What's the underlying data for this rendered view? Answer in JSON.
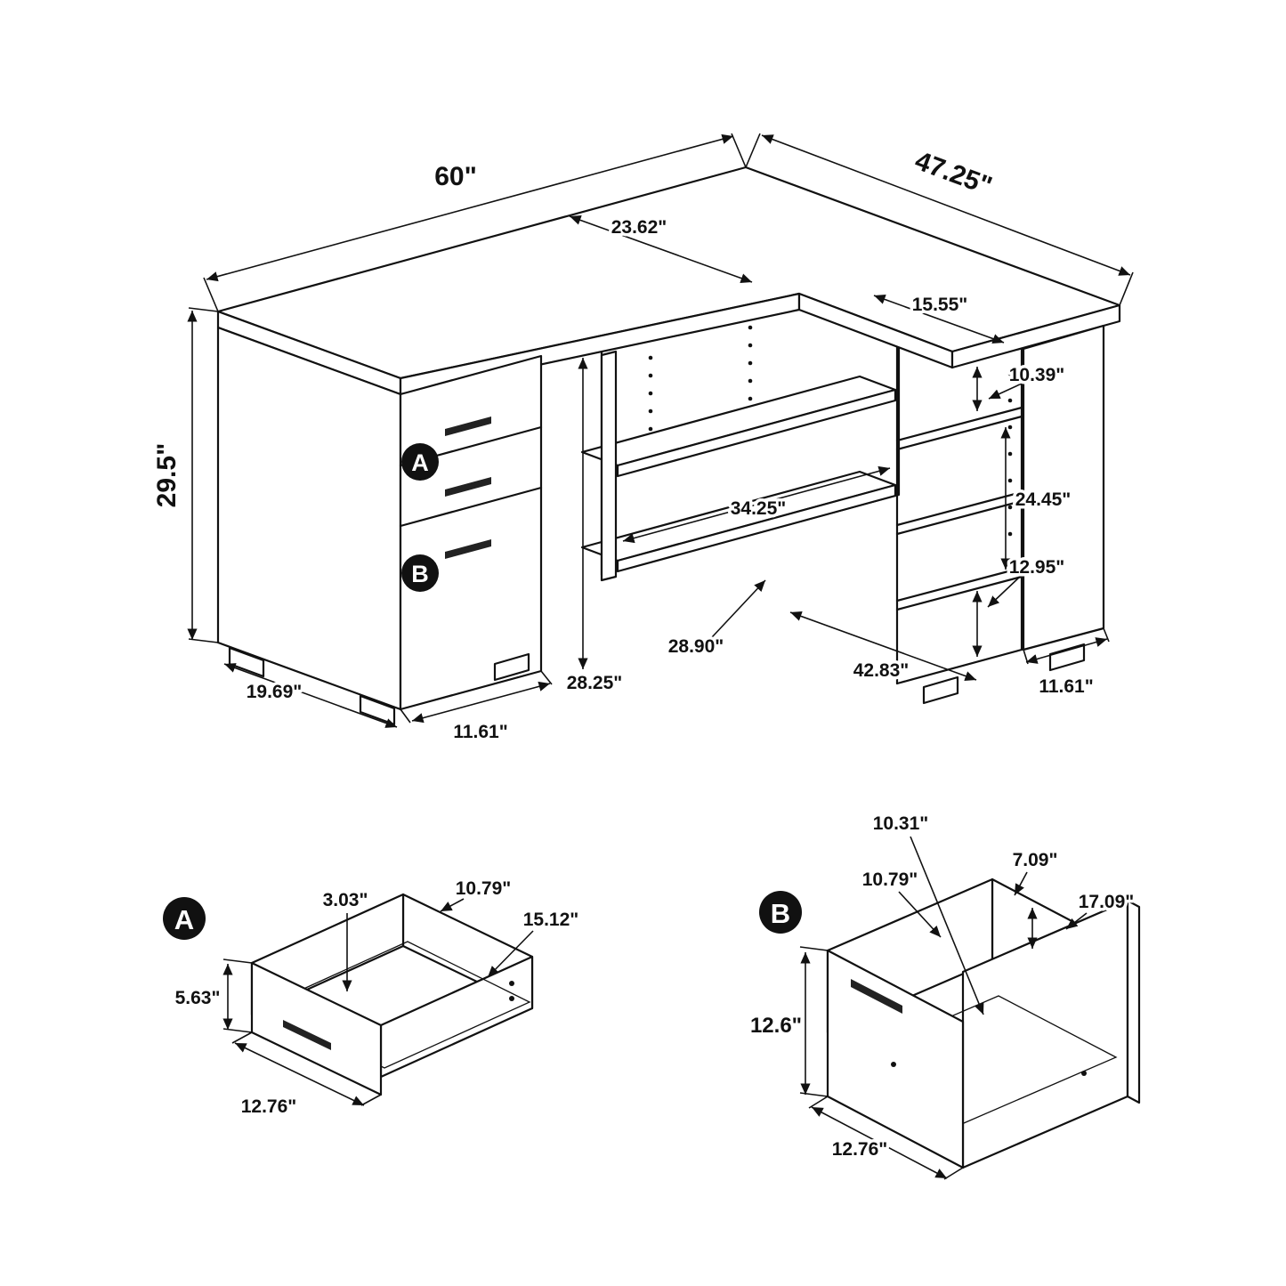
{
  "diagram": {
    "type": "furniture-dimension-diagram",
    "product": "L-shaped office desk with drawer pedestal and shelving"
  },
  "main": {
    "dim_width": "60\"",
    "dim_return_depth": "47.25\"",
    "dim_desktop_depth": "23.62\"",
    "dim_top_shelf_depth": "15.55\"",
    "dim_height": "29.5\"",
    "dim_shelf_gap_top": "10.39\"",
    "dim_shelf_opening": "24.45\"",
    "dim_shelf_gap_bottom": "12.95\"",
    "dim_mid_shelf_width": "34.25\"",
    "dim_knee_height": "28.25\"",
    "dim_knee_width": "28.90\"",
    "dim_return_bottom_length": "42.83\"",
    "dim_pedestal_bottom_depth": "19.69\"",
    "dim_pedestal_bottom_width": "11.61\"",
    "dim_bookcase_bottom_depth": "11.61\"",
    "marker_a": "A",
    "marker_b": "B"
  },
  "detail_a": {
    "marker": "A",
    "dim_inner_recess": "3.03\"",
    "dim_inner_depth": "10.79\"",
    "dim_inner_width": "15.12\"",
    "dim_front_height": "5.63\"",
    "dim_front_width": "12.76\""
  },
  "detail_b": {
    "marker": "B",
    "dim_inner_top": "10.31\"",
    "dim_inner_depth": "10.79\"",
    "dim_back_height": "7.09\"",
    "dim_side_height": "17.09\"",
    "dim_front_height": "12.6\"",
    "dim_front_width": "12.76\""
  }
}
